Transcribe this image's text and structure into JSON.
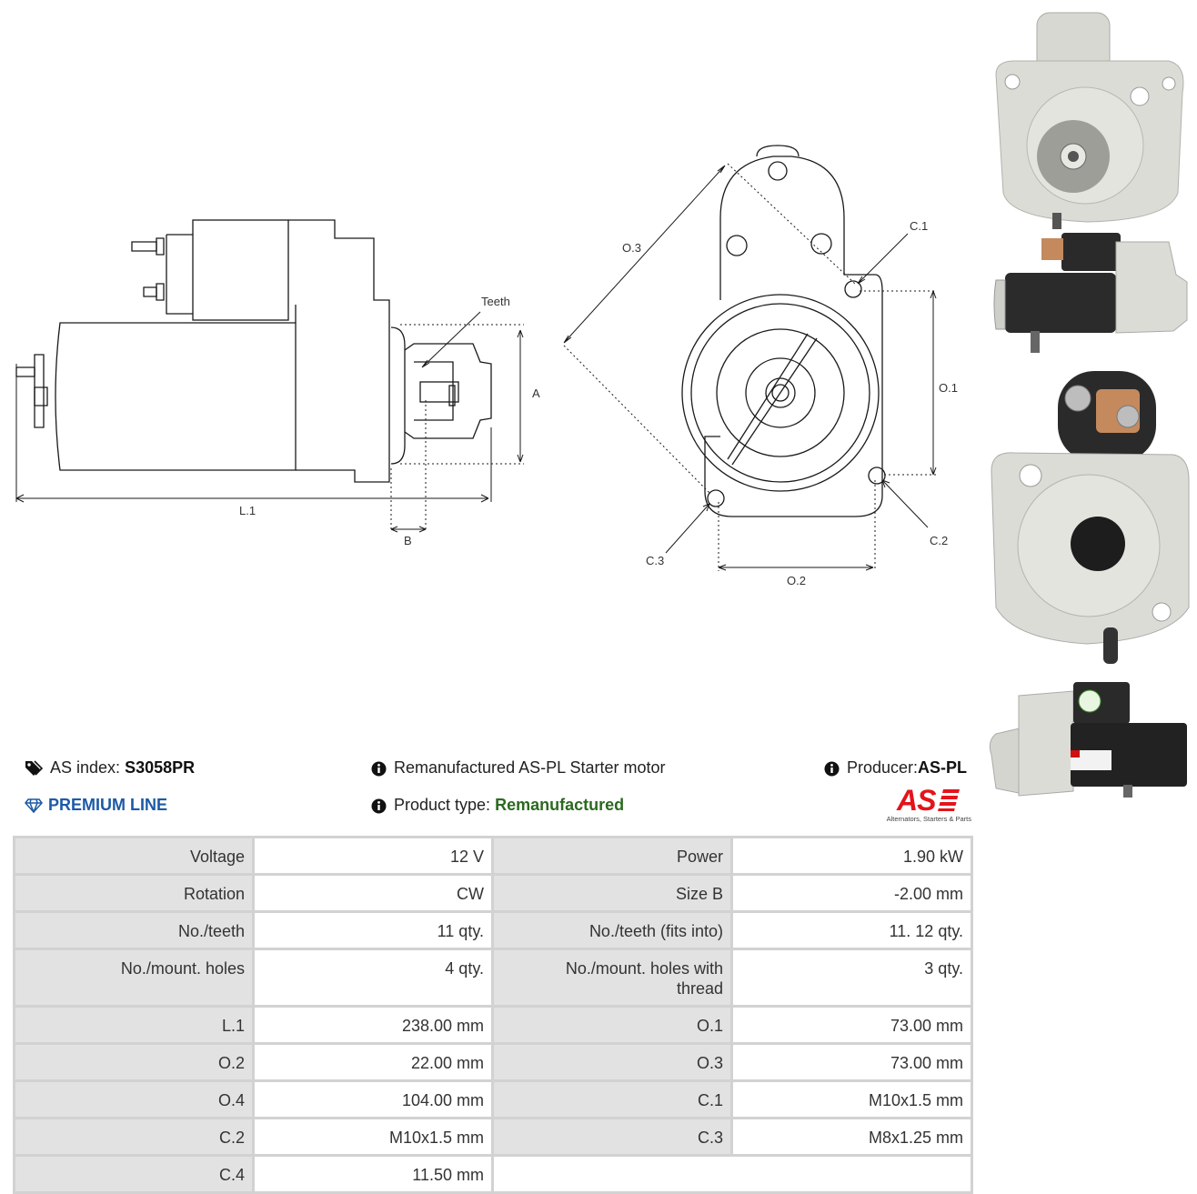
{
  "drawing": {
    "labels": {
      "teeth": "Teeth",
      "a": "A",
      "b": "B",
      "l1": "L.1",
      "o1": "O.1",
      "o2": "O.2",
      "o3": "O.3",
      "c1": "C.1",
      "c2": "C.2",
      "c3": "C.3"
    }
  },
  "header": {
    "as_index_label": "AS index:",
    "as_index_value": "S3058PR",
    "premium_line": "PREMIUM LINE",
    "description": "Remanufactured AS-PL Starter motor",
    "product_type_label": "Product type:",
    "product_type_value": "Remanufactured",
    "producer_label": "Producer:",
    "producer_value": "AS-PL",
    "logo_text": "AS",
    "logo_tagline": "Alternators, Starters & Parts"
  },
  "colors": {
    "premium_blue": "#1c5aa6",
    "remanufactured_green": "#2b6a1f",
    "logo_red": "#e3141b",
    "table_label_bg": "#e2e2e2",
    "table_border": "#d2d2d2"
  },
  "specs": {
    "rows": [
      [
        "Voltage",
        "12 V",
        "Power",
        "1.90 kW"
      ],
      [
        "Rotation",
        "CW",
        "Size B",
        "-2.00 mm"
      ],
      [
        "No./teeth",
        "11 qty.",
        "No./teeth (fits into)",
        "11. 12 qty."
      ],
      [
        "No./mount. holes",
        "4 qty.",
        "No./mount. holes with thread",
        "3 qty."
      ],
      [
        "L.1",
        "238.00 mm",
        "O.1",
        "73.00 mm"
      ],
      [
        "O.2",
        "22.00 mm",
        "O.3",
        "73.00 mm"
      ],
      [
        "O.4",
        "104.00 mm",
        "C.1",
        "M10x1.5 mm"
      ],
      [
        "C.2",
        "M10x1.5 mm",
        "C.3",
        "M8x1.25 mm"
      ],
      [
        "C.4",
        "11.50 mm",
        "",
        ""
      ]
    ]
  }
}
